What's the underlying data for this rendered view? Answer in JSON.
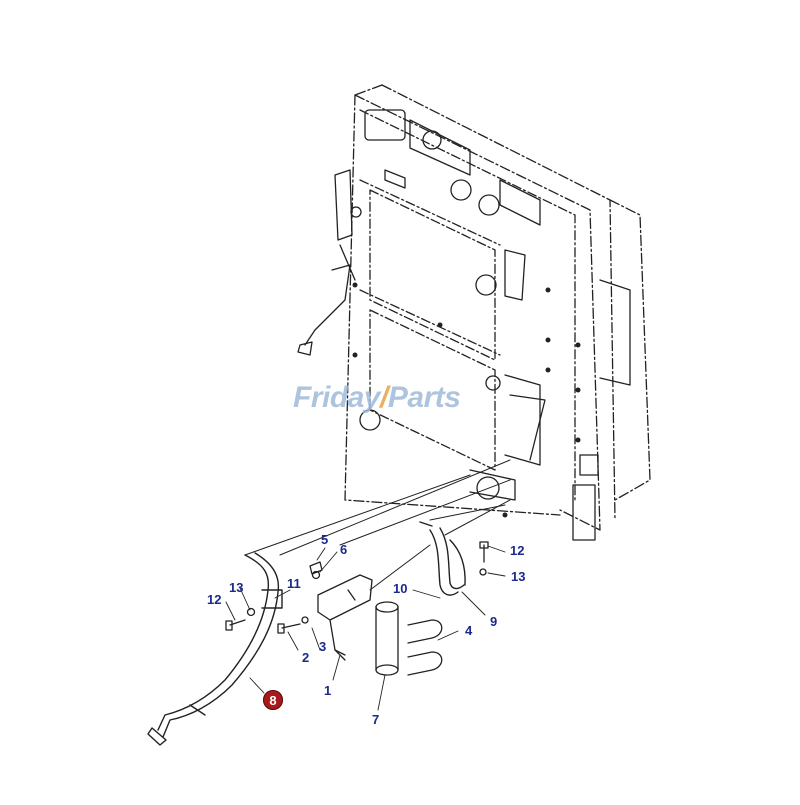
{
  "watermark": {
    "part1": "Frid",
    "part2": "ay",
    "slash": "/",
    "part3": "Parts"
  },
  "callouts": {
    "c1": "1",
    "c2": "2",
    "c3": "3",
    "c4": "4",
    "c5": "5",
    "c6": "6",
    "c7": "7",
    "c8": "8",
    "c9": "9",
    "c10": "10",
    "c11": "11",
    "c12a": "12",
    "c13a": "13",
    "c12b": "12",
    "c13b": "13"
  },
  "colors": {
    "callout_text": "#1a2a8c",
    "highlight_badge": "#a8191c",
    "line_art": "#222222"
  }
}
